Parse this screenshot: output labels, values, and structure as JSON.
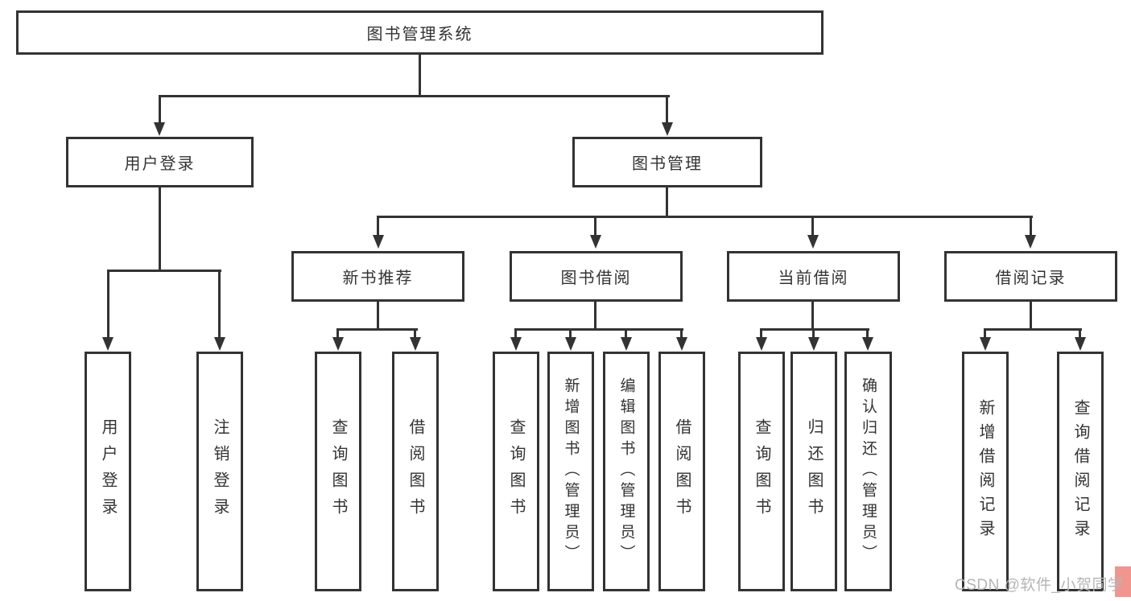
{
  "root": {
    "label": "图书管理系统"
  },
  "level2": {
    "user_login": {
      "label": "用户登录"
    },
    "book_management": {
      "label": "图书管理"
    }
  },
  "level3": {
    "new_book_recommend": {
      "label": "新书推荐"
    },
    "book_borrow": {
      "label": "图书借阅"
    },
    "current_borrow": {
      "label": "当前借阅"
    },
    "borrow_records": {
      "label": "借阅记录"
    }
  },
  "leaves": {
    "user_login": {
      "label": "用户登录"
    },
    "logout": {
      "label": "注销登录"
    },
    "query_book_a": {
      "label": "查询图书"
    },
    "borrow_book_a": {
      "label": "借阅图书"
    },
    "query_book_b": {
      "label": "查询图书"
    },
    "add_book_admin": {
      "label": "新增图书（管理员）"
    },
    "edit_book_admin": {
      "label": "编辑图书（管理员）"
    },
    "borrow_book_b": {
      "label": "借阅图书"
    },
    "query_book_c": {
      "label": "查询图书"
    },
    "return_book": {
      "label": "归还图书"
    },
    "confirm_return_admin": {
      "label": "确认归还（管理员）"
    },
    "add_borrow_record": {
      "label": "新增借阅记录"
    },
    "query_borrow_record": {
      "label": "查询借阅记录"
    }
  },
  "watermark": {
    "text": "CSDN @软件_小贺同学"
  },
  "colors": {
    "line": "#333333",
    "text": "#333333",
    "watermark_text": "#b5b5b5",
    "watermark_accent": "#f0968f"
  }
}
